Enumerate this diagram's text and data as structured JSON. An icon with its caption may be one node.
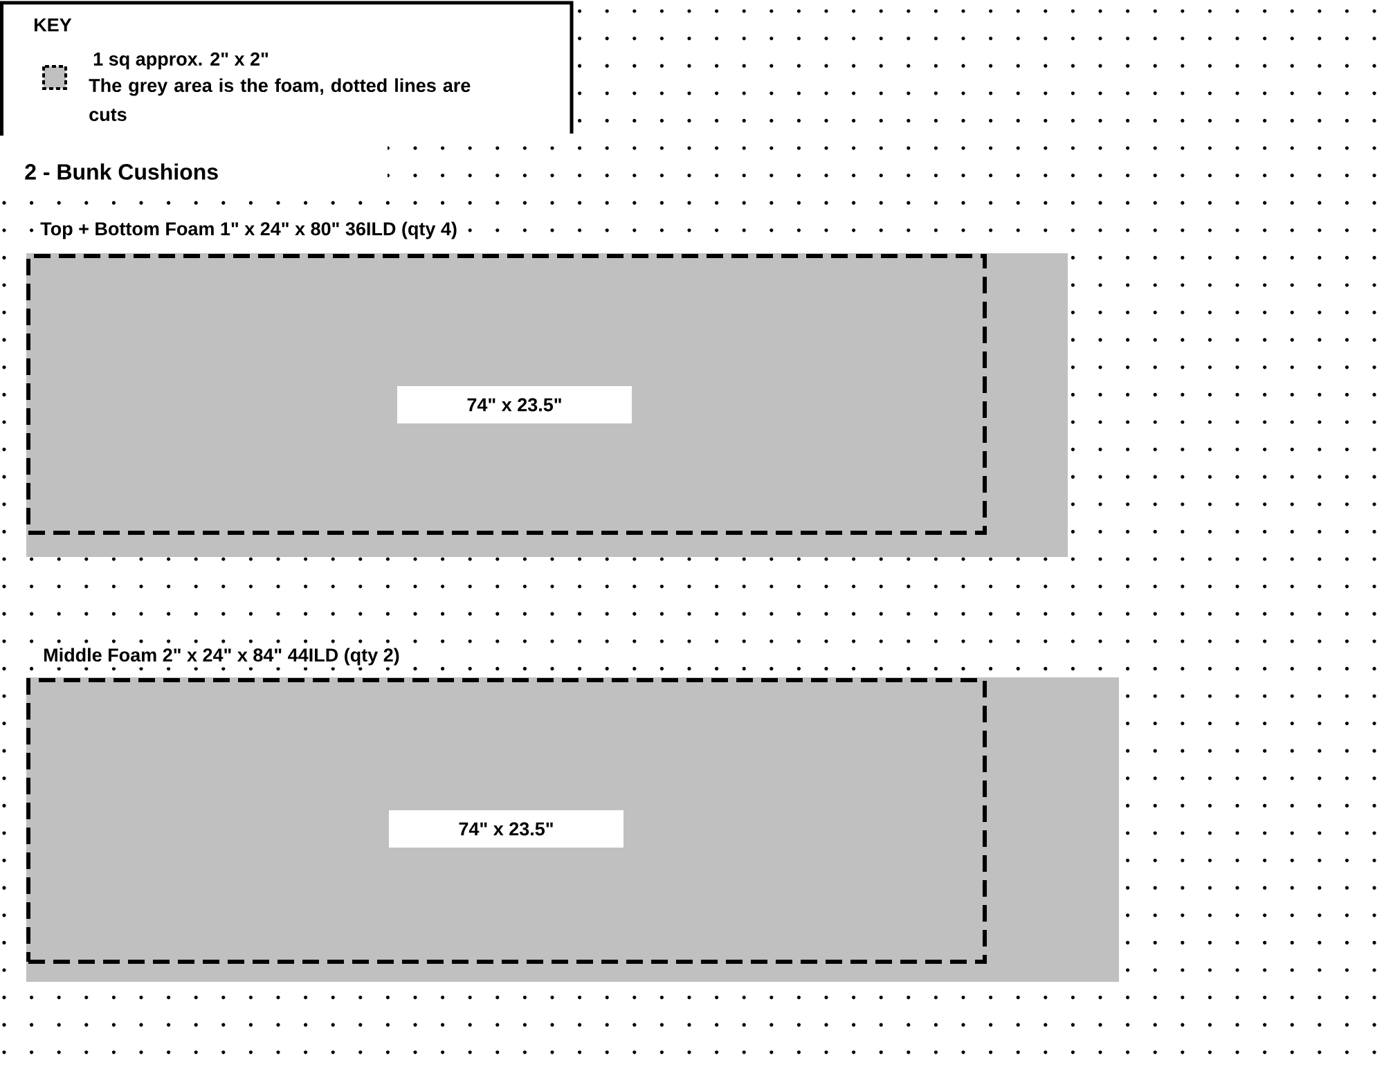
{
  "diagram": {
    "title": "2 - Bunk Cushions",
    "nodes": [
      {
        "text": [
          "Top + Bottom Foam 1\" x 24\" x 80\" 36ILD (qty 4)"
        ]
      },
      {
        "text": [
          "74\" x 23.5\""
        ],
        "in": 0
      },
      {
        "text": [
          "Middle Foam 2\" x 24\" x 84\" 44ILD (qty 2)"
        ]
      },
      {
        "text": [
          "74\" x 23.5\""
        ],
        "in": 2
      }
    ],
    "labels": [
      "KEY",
      "The grey area is the foam, dotted lines are cuts"
    ],
    "legend": [
      {
        "text": "1 sq approx. 2\" x 2\""
      }
    ]
  }
}
